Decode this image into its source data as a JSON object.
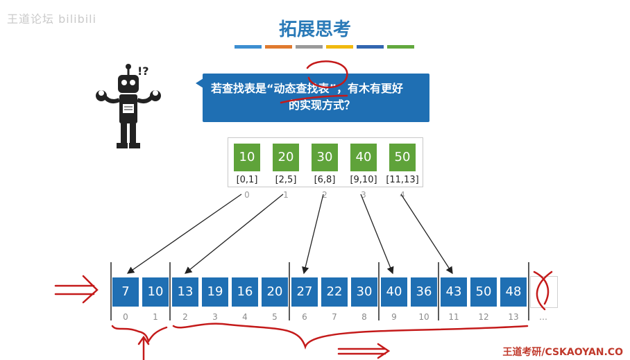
{
  "watermark": "王道论坛 bilibili",
  "title": "拓展思考",
  "stripe_colors": [
    "#3d8fd1",
    "#e07a2e",
    "#9a9a9a",
    "#f0b90f",
    "#3266b0",
    "#62a83e"
  ],
  "robot": {
    "mark": "!?"
  },
  "question": {
    "line1": "若查找表是“动态查找表”，有木有更好",
    "line2": "的实现方式？"
  },
  "index_table": {
    "values": [
      "10",
      "20",
      "30",
      "40",
      "50"
    ],
    "ranges": [
      "[0,1]",
      "[2,5]",
      "[6,8]",
      "[9,10]",
      "[11,13]"
    ],
    "indices": [
      "0",
      "1",
      "2",
      "3",
      "4"
    ]
  },
  "array": {
    "values": [
      "7",
      "10",
      "13",
      "19",
      "16",
      "20",
      "27",
      "22",
      "30",
      "40",
      "36",
      "43",
      "50",
      "48"
    ],
    "indices": [
      "0",
      "1",
      "2",
      "3",
      "4",
      "5",
      "6",
      "7",
      "8",
      "9",
      "10",
      "11",
      "12",
      "13"
    ],
    "ellipsis": "…"
  },
  "brand": "王道考研/CSKAOYAN.CO",
  "colors": {
    "blue": "#1f6fb3",
    "green": "#5fa33a",
    "ink_red": "#c41a1a"
  }
}
